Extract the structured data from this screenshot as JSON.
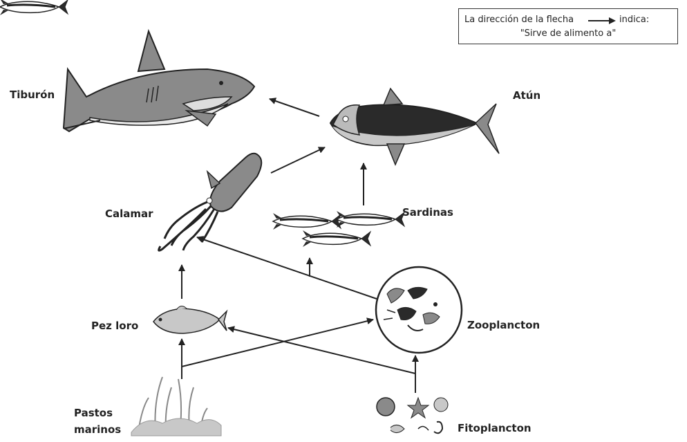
{
  "legend": {
    "text_before": "La dirección de la flecha",
    "text_after": "indica:",
    "text_line2": "\"Sirve de alimento a\""
  },
  "organisms": {
    "tiburon": "Tiburón",
    "atun": "Atún",
    "calamar": "Calamar",
    "sardinas": "Sardinas",
    "pez_loro": "Pez loro",
    "zooplancton": "Zooplancton",
    "pastos_1": "Pastos",
    "pastos_2": "marinos",
    "fitoplancton": "Fitoplancton"
  },
  "food_links": [
    {
      "from": "Atún",
      "to": "Tiburón"
    },
    {
      "from": "Calamar",
      "to": "Atún"
    },
    {
      "from": "Sardinas",
      "to": "Atún"
    },
    {
      "from": "Pez loro",
      "to": "Calamar"
    },
    {
      "from": "Zooplancton",
      "to": "Calamar"
    },
    {
      "from": "Zooplancton",
      "to": "Sardinas"
    },
    {
      "from": "Pastos marinos",
      "to": "Pez loro"
    },
    {
      "from": "Pastos marinos",
      "to": "Zooplancton"
    },
    {
      "from": "Fitoplancton",
      "to": "Zooplancton"
    },
    {
      "from": "Fitoplancton",
      "to": "Pez loro"
    }
  ],
  "colors": {
    "ink": "#222222",
    "fill_dark": "#2a2a2a",
    "fill_mid": "#8a8a8a",
    "fill_light": "#c8c8c8"
  }
}
